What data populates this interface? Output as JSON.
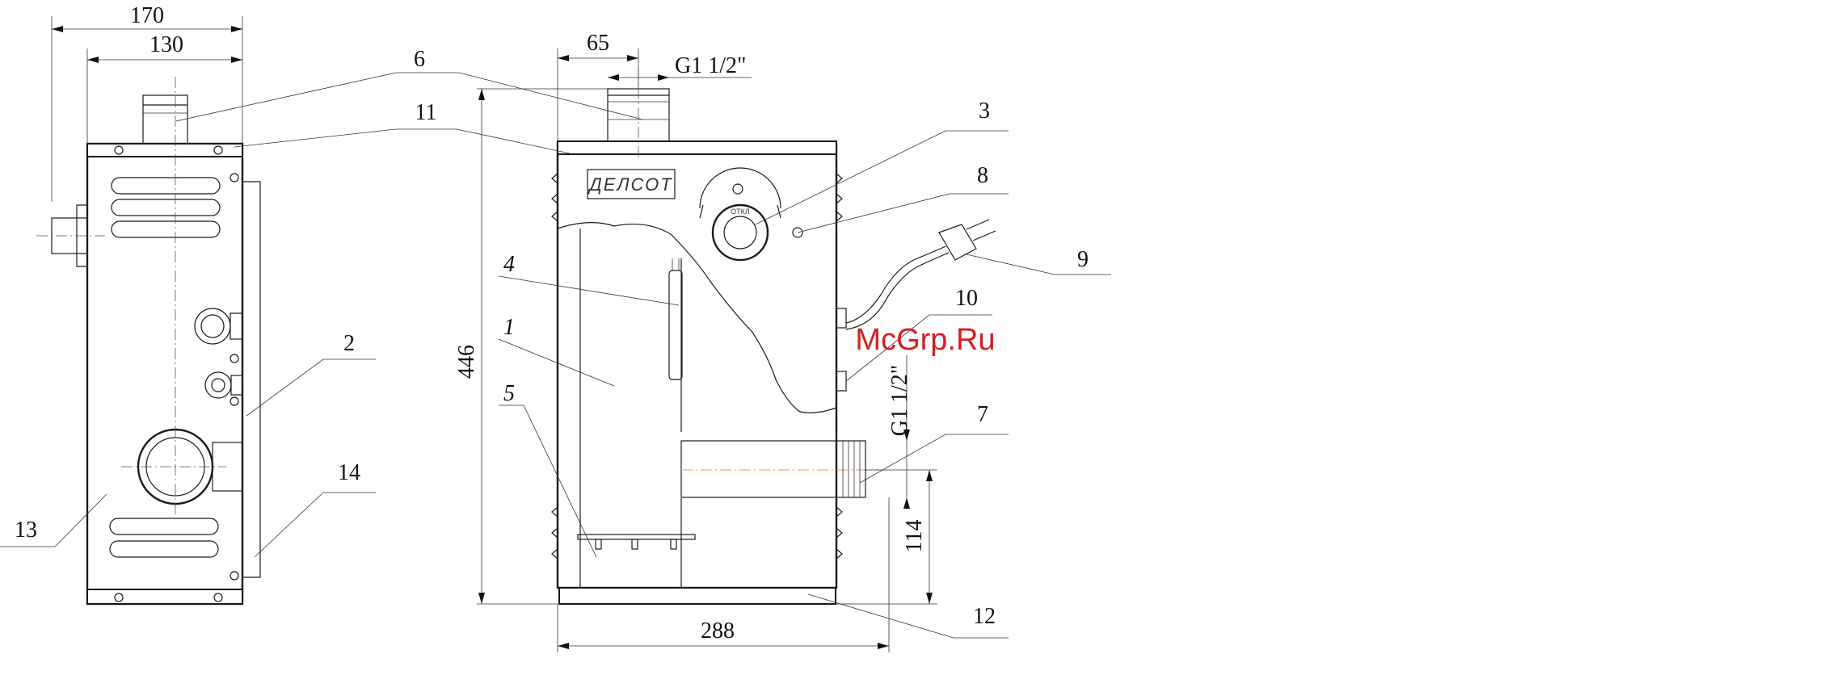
{
  "dimensions": {
    "overall_depth": "170",
    "body_depth": "130",
    "outlet_offset": "65",
    "outlet_thread": "G1 1/2\"",
    "height": "446",
    "inlet_thread": "G1 1/2\"",
    "inlet_height": "114",
    "width": "288"
  },
  "callouts": {
    "c1": "1",
    "c2": "2",
    "c3": "3",
    "c4": "4",
    "c5": "5",
    "c6": "6",
    "c7": "7",
    "c8": "8",
    "c9": "9",
    "c10": "10",
    "c11": "11",
    "c12": "12",
    "c13": "13",
    "c14": "14"
  },
  "front_panel": {
    "logo": "ДЕЛСОТ",
    "knob_label": "ОТКЛ"
  },
  "watermark": "McGrp.Ru"
}
